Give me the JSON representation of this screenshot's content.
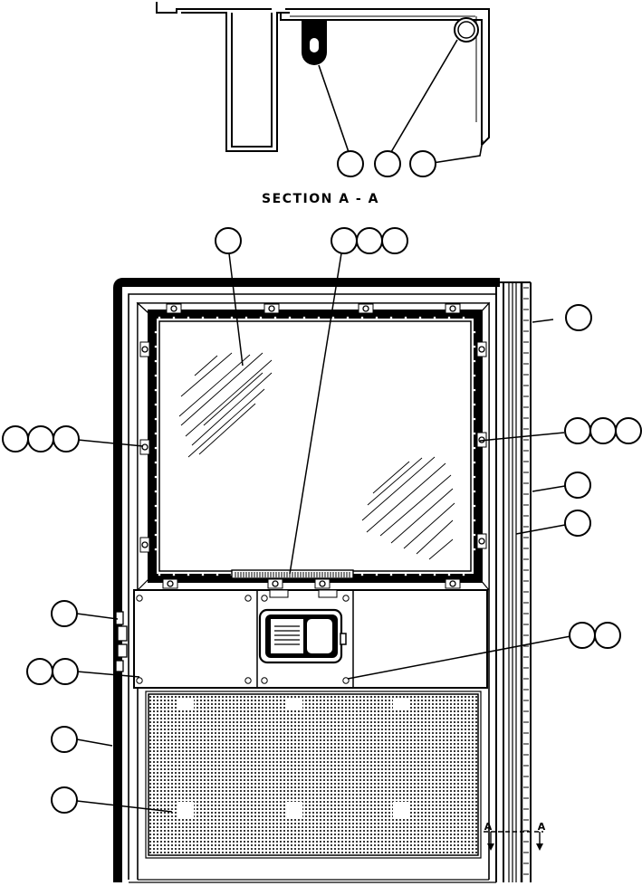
{
  "section_title": "SECTION A - A",
  "section_marker_left": "A",
  "section_marker_right": "A",
  "callout_groups": [
    {
      "id": "section-callout-1",
      "bubbles": 1
    },
    {
      "id": "section-callout-2",
      "bubbles": 1
    },
    {
      "id": "section-callout-3",
      "bubbles": 1
    },
    {
      "id": "glass-callout",
      "bubbles": 1
    },
    {
      "id": "bottom-frame-callout",
      "bubbles": 3
    },
    {
      "id": "hinge-strip-callout-top",
      "bubbles": 1
    },
    {
      "id": "left-fastener-callout",
      "bubbles": 3
    },
    {
      "id": "right-fastener-callout",
      "bubbles": 3
    },
    {
      "id": "hinge-strip-callout-mid",
      "bubbles": 1
    },
    {
      "id": "hinge-strip-callout-low",
      "bubbles": 1
    },
    {
      "id": "latch-side-callout",
      "bubbles": 1
    },
    {
      "id": "panel-screw-left-callout",
      "bubbles": 2
    },
    {
      "id": "panel-screw-right-callout",
      "bubbles": 2
    },
    {
      "id": "door-edge-callout",
      "bubbles": 1
    },
    {
      "id": "vent-screen-callout",
      "bubbles": 1
    }
  ]
}
